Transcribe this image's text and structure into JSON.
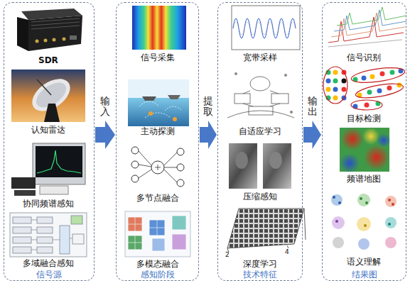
{
  "diagram": {
    "nodes": [
      {
        "text": [
          "信号源"
        ]
      },
      {
        "text": [
          "感知阶段"
        ]
      },
      {
        "text": [
          "技术特征"
        ]
      },
      {
        "text": [
          "结果图"
        ]
      }
    ],
    "edges": [
      {
        "from": 0,
        "to": 1,
        "label": "输入",
        "arrow": "to"
      },
      {
        "from": 1,
        "to": 2,
        "label": "提取",
        "arrow": "to"
      },
      {
        "from": 2,
        "to": 3,
        "label": "输出",
        "arrow": "to"
      }
    ],
    "labels": [
      "SDR",
      "认知雷达",
      "协同频谱感知",
      "多域融合感知",
      "信号采集",
      "主动探测",
      "多节点融合",
      "多模态融合",
      "宽带采样",
      "自适应学习",
      "压缩感知",
      "2",
      "4",
      "深度学习",
      "信号识别",
      "目标检测",
      "频谱地图",
      "语义理解"
    ]
  }
}
